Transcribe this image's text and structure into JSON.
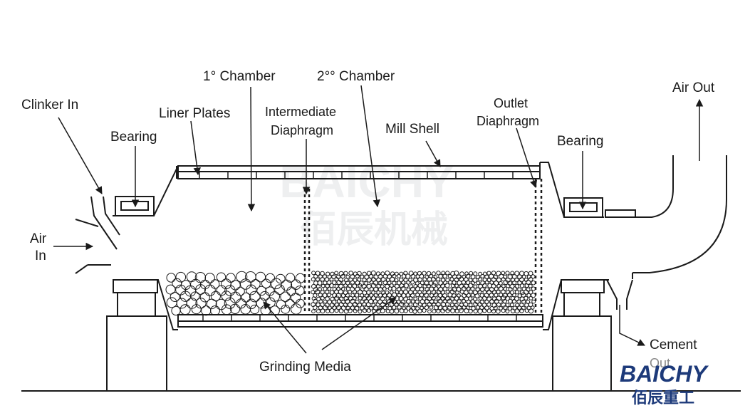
{
  "labels": {
    "chamber1": "1° Chamber",
    "chamber2": "2°° Chamber",
    "clinker_in": "Clinker In",
    "liner_plates": "Liner Plates",
    "intermediate_1": "Intermediate",
    "intermediate_2": "Diaphragm",
    "mill_shell": "Mill Shell",
    "outlet_1": "Outlet",
    "outlet_2": "Diaphragm",
    "bearing_left": "Bearing",
    "bearing_right": "Bearing",
    "air_out": "Air Out",
    "air_in_1": "Air",
    "air_in_2": "In",
    "grinding_media": "Grinding Media",
    "cement_1": "Cement",
    "cement_2": "Out"
  },
  "watermark": {
    "en": "BAICHY",
    "cn": "佰辰机械"
  },
  "logo": {
    "en": "BAICHY",
    "cn": "佰辰重工"
  },
  "colors": {
    "line": "#1a1a1a",
    "logo": "#1d3a7a",
    "watermark": "#9aa0a6"
  }
}
